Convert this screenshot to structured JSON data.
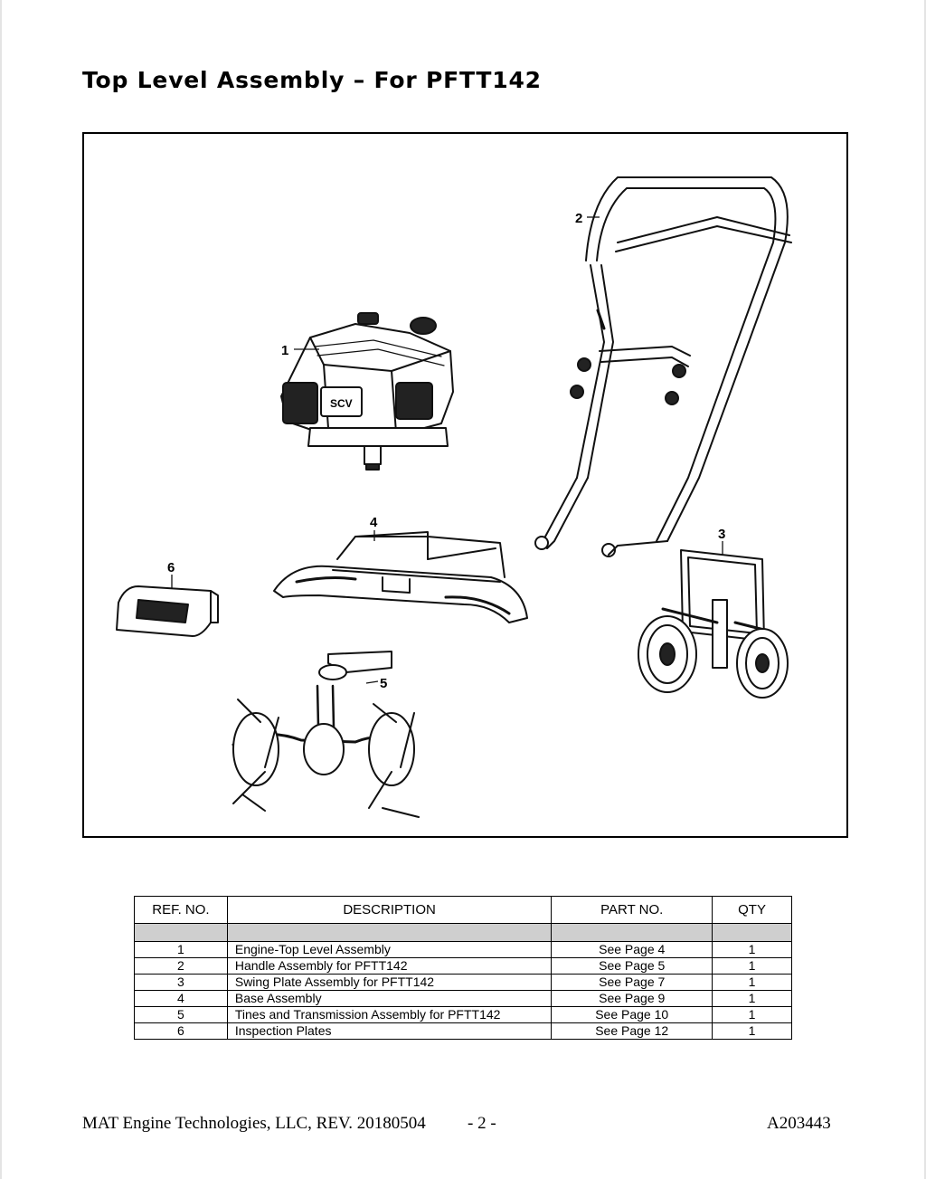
{
  "title": "Top Level Assembly – For PFTT142",
  "diagram": {
    "callouts": [
      "1",
      "2",
      "3",
      "4",
      "5",
      "6"
    ],
    "engine_decal": "SCV"
  },
  "table": {
    "headers": {
      "ref": "REF. NO.",
      "description": "DESCRIPTION",
      "part": "PART NO.",
      "qty": "QTY"
    },
    "rows": [
      {
        "ref": "1",
        "description": "Engine-Top Level Assembly",
        "part": "See Page 4",
        "qty": "1"
      },
      {
        "ref": "2",
        "description": "Handle Assembly for PFTT142",
        "part": "See Page 5",
        "qty": "1"
      },
      {
        "ref": "3",
        "description": "Swing Plate Assembly for PFTT142",
        "part": "See Page 7",
        "qty": "1"
      },
      {
        "ref": "4",
        "description": "Base Assembly",
        "part": "See Page 9",
        "qty": "1"
      },
      {
        "ref": "5",
        "description": "Tines and Transmission Assembly for PFTT142",
        "part": "See Page 10",
        "qty": "1"
      },
      {
        "ref": "6",
        "description": "Inspection Plates",
        "part": "See Page 12",
        "qty": "1"
      }
    ]
  },
  "footer": {
    "left": "MAT Engine Technologies, LLC, REV. 20180504",
    "page": "- 2 -",
    "right": "A203443"
  }
}
